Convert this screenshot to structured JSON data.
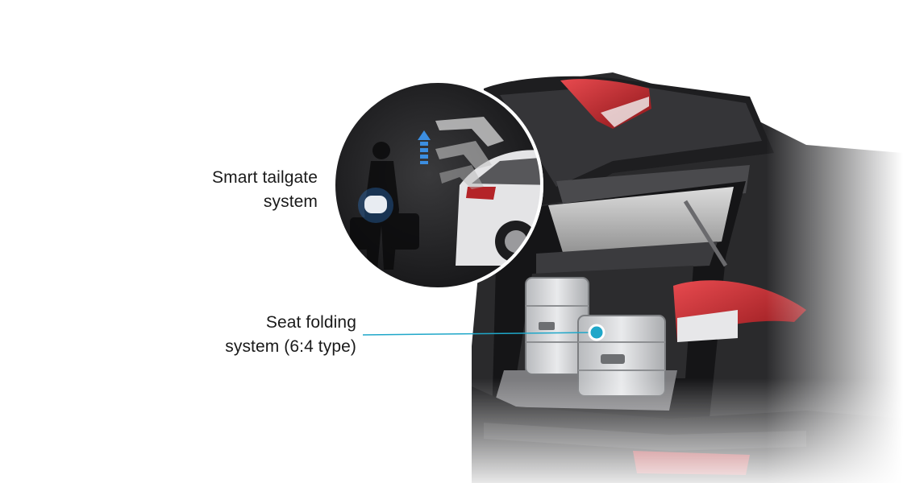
{
  "features": {
    "smart_tailgate": {
      "line1": "Smart tailgate",
      "line2": "system"
    },
    "seat_folding": {
      "line1": "Seat folding",
      "line2": "system (6:4 type)"
    }
  },
  "colors": {
    "accent": "#1fa7c9",
    "text": "#1a1a1a",
    "car_body": "#2a2a2c",
    "tail_light": "#c0262c"
  },
  "icons": {
    "up_arrow": "arrow-up-icon",
    "hotspot": "callout-dot-icon"
  }
}
